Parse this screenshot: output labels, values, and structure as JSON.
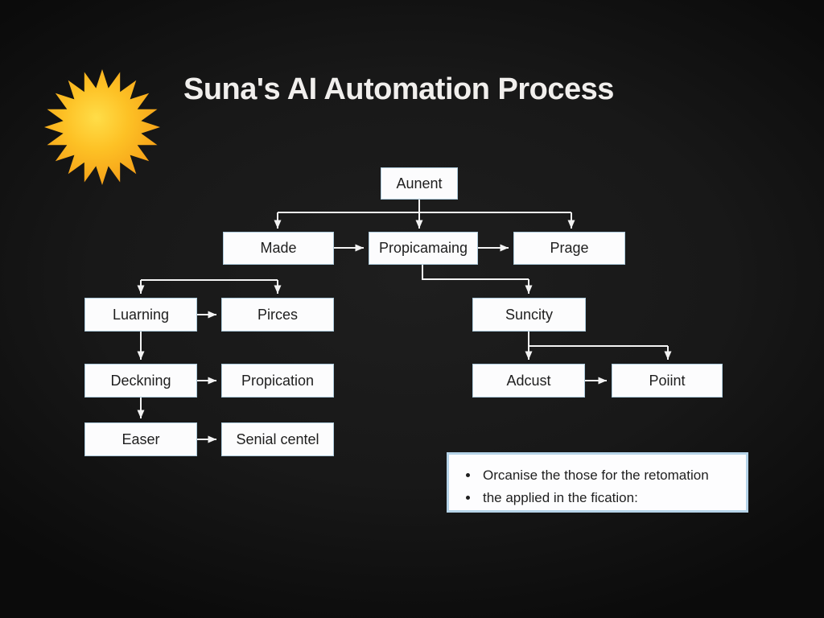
{
  "title": "Suna's AI Automation Process",
  "sun_icon": {
    "name": "sun-starburst-icon",
    "spikes": 20,
    "center_color": "#ffd83a",
    "mid_color": "#fdc125",
    "edge_color": "#f59d16"
  },
  "nodes": {
    "aunent": {
      "label": "Aunent"
    },
    "made": {
      "label": "Made"
    },
    "propicamaing": {
      "label": "Propicamaing"
    },
    "prage": {
      "label": "Prage"
    },
    "luarning": {
      "label": "Luarning"
    },
    "pirces": {
      "label": "Pirces"
    },
    "suncity": {
      "label": "Suncity"
    },
    "deckning": {
      "label": "Deckning"
    },
    "propication": {
      "label": "Propication"
    },
    "adcust": {
      "label": "Adcust"
    },
    "poiint": {
      "label": "Poiint"
    },
    "easer": {
      "label": "Easer"
    },
    "senial_centel": {
      "label": "Senial centel"
    }
  },
  "edges": [
    "Aunent -> Made",
    "Aunent -> Propicamaing",
    "Aunent -> Prage",
    "Made -> Propicamaing",
    "Propicamaing -> Prage",
    "Propicamaing -> Suncity",
    "bracket -> Luarning",
    "bracket -> Pirces",
    "Luarning -> Pirces",
    "Luarning -> Deckning",
    "Deckning -> Propication",
    "Deckning -> Easer",
    "Easer -> Senial centel",
    "Suncity -> Adcust",
    "Suncity -> Poiint",
    "Adcust -> Poiint"
  ],
  "notes": {
    "bullets": [
      "Orcanise the those for the retomation",
      "the applied in the fication:"
    ]
  },
  "colors": {
    "background": "#181818",
    "box_fill": "#fcfcfd",
    "box_border": "#aecbdc",
    "notes_border": "#b5d3e8",
    "connector": "#f3f3f3",
    "title_text": "#f1efed",
    "node_text": "#1e1e1e"
  }
}
